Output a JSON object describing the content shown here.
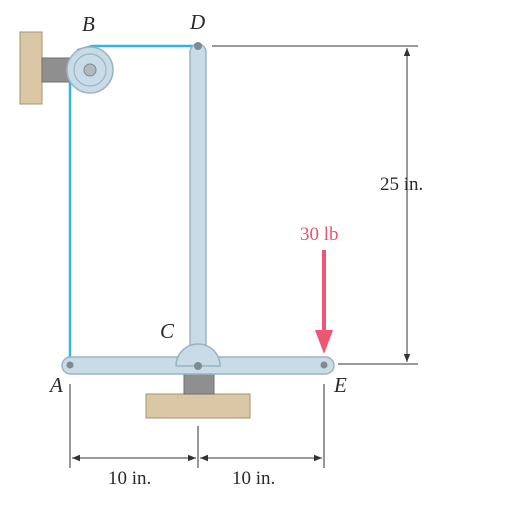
{
  "points": {
    "A": "A",
    "B": "B",
    "C": "C",
    "D": "D",
    "E": "E"
  },
  "dimensions": {
    "left": "10 in.",
    "right": "10 in.",
    "height": "25 in."
  },
  "load": {
    "label": "30 lb"
  },
  "colors": {
    "member_fill": "#c9dbe6",
    "member_stroke": "#9bb3c3",
    "cable": "#34b4e6",
    "force": "#ee5672",
    "support_fill": "#d9c7a5",
    "support_stroke": "#a69370",
    "bracket": "#8f8f8f",
    "dim_line": "#333333"
  }
}
